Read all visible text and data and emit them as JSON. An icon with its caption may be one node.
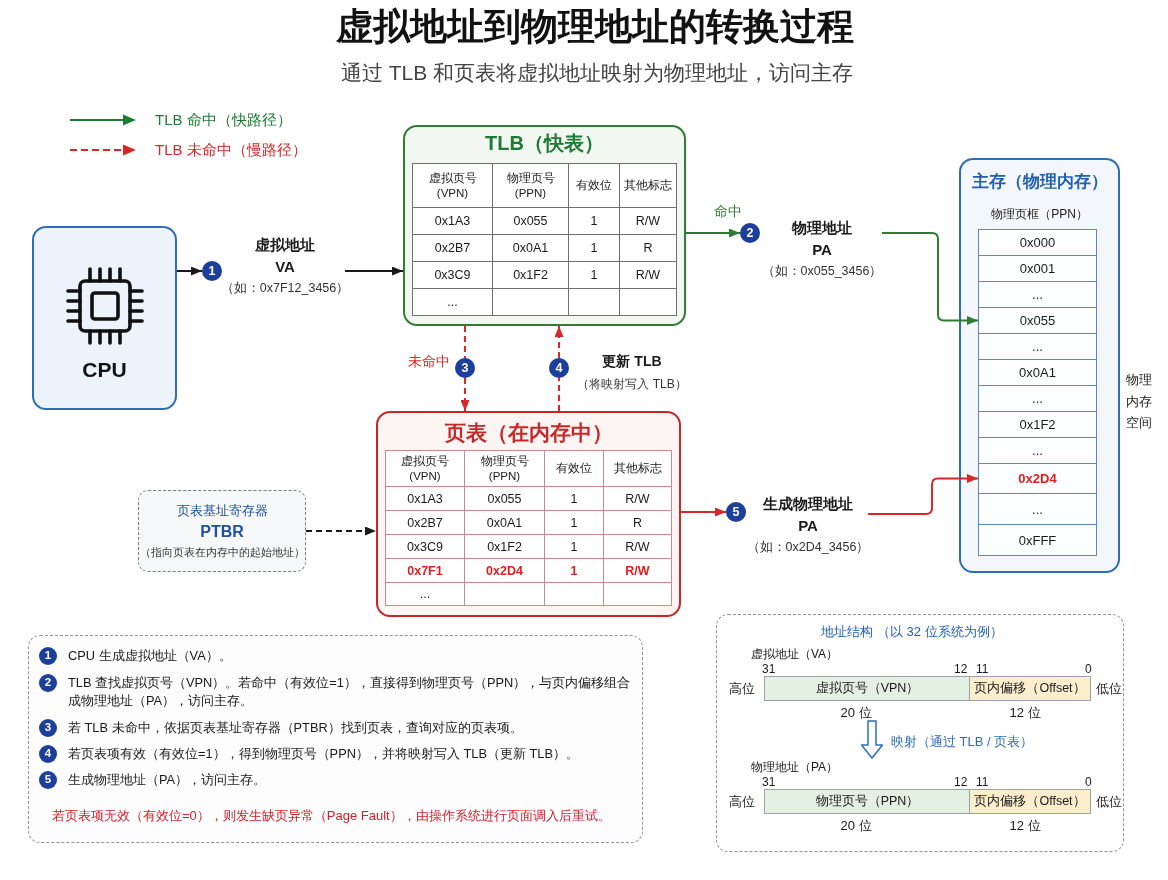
{
  "diagram": {
    "title": "虚拟地址到物理地址的转换过程",
    "nodes": [
      {
        "text": [
          "CPU"
        ]
      },
      {
        "text": [
          "1"
        ]
      },
      {
        "text": [
          "虚拟地址",
          "VA",
          "（如：0x7F12_3456）"
        ]
      },
      {
        "text": [
          "TLB（快表）",
          "虚拟页号 (VPN)",
          "物理页号 (PPN)",
          "有效位",
          "其他标志",
          "0x1A3",
          "0x055",
          "1",
          "R/W",
          "0x2B7",
          "0x0A1",
          "1",
          "R",
          "0x3C9",
          "0x1F2",
          "1",
          "R/W",
          "..."
        ]
      },
      {
        "text": [
          "2"
        ]
      },
      {
        "text": [
          "物理地址",
          "PA",
          "（如：0x055_3456）"
        ]
      },
      {
        "text": [
          "3"
        ],
        "beside": [
          "未命中"
        ]
      },
      {
        "text": [
          "4"
        ],
        "beside": [
          "更新 TLB",
          "（将映射写入 TLB）"
        ]
      },
      {
        "text": [
          "页表基址寄存器",
          "PTBR",
          "（指向页表在内存中的起始地址）"
        ]
      },
      {
        "text": [
          "页表（在内存中）",
          "虚拟页号 (VPN)",
          "物理页号 (PPN)",
          "有效位",
          "其他标志",
          "0x1A3",
          "0x055",
          "1",
          "R/W",
          "0x2B7",
          "0x0A1",
          "1",
          "R",
          "0x3C9",
          "0x1F2",
          "1",
          "R/W",
          "0x7F1",
          "0x2D4",
          "1",
          "R/W",
          "..."
        ]
      },
      {
        "text": [
          "5"
        ]
      },
      {
        "text": [
          "生成物理地址",
          "PA",
          "（如：0x2D4_3456）"
        ]
      },
      {
        "text": [
          "主存（物理内存）",
          "物理页框（PPN）"
        ]
      },
      {
        "text": [
          "0x000"
        ],
        "in": 12
      },
      {
        "text": [
          "0x001"
        ],
        "in": 12
      },
      {
        "text": [
          "..."
        ],
        "in": 12
      },
      {
        "text": [
          "0x055"
        ],
        "in": 12
      },
      {
        "text": [
          "..."
        ],
        "in": 12
      },
      {
        "text": [
          "0x0A1"
        ],
        "in": 12
      },
      {
        "text": [
          "..."
        ],
        "in": 12
      },
      {
        "text": [
          "0x1F2"
        ],
        "in": 12
      },
      {
        "text": [
          "..."
        ],
        "in": 12
      },
      {
        "text": [
          "0x2D4"
        ],
        "in": 12
      },
      {
        "text": [
          "..."
        ],
        "in": 12
      },
      {
        "text": [
          "0xFFF"
        ],
        "in": 12
      },
      {
        "text": [
          "若页表项无效（有效位=0），则发生缺页异常（Page Fault），由操作系统进行页面调入后重试。"
        ]
      },
      {
        "text": [
          "1"
        ],
        "in": 25,
        "beside": [
          "CPU 生成虚拟地址（VA）。"
        ]
      },
      {
        "text": [
          "2"
        ],
        "in": 25,
        "beside": [
          "TLB 查找虚拟页号（VPN）。若命中（有效位=1），直接得到物理页号（PPN），与页内偏移组合成物理地址（PA），访问主存。"
        ]
      },
      {
        "text": [
          "3"
        ],
        "in": 25,
        "beside": [
          "若 TLB 未命中，依据页表基址寄存器（PTBR）找到页表，查询对应的页表项。"
        ]
      },
      {
        "text": [
          "4"
        ],
        "in": 25,
        "beside": [
          "若页表项有效（有效位=1），得到物理页号（PPN），并将映射写入 TLB（更新 TLB）。"
        ]
      },
      {
        "text": [
          "5"
        ],
        "in": 25,
        "beside": [
          "生成物理地址（PA），访问主存。"
        ]
      },
      {
        "text": [
          "地址结构 （以 32 位系统为例）"
        ]
      },
      {
        "text": [
          "虚拟地址（VA）",
          "31",
          "12",
          "11",
          "0",
          "高位",
          "低位",
          "20 位",
          "12 位"
        ],
        "in": 31
      },
      {
        "text": [
          "虚拟页号（VPN）"
        ],
        "in": 32
      },
      {
        "text": [
          "页内偏移（Offset）"
        ],
        "in": 32
      },
      {
        "text": [
          "物理地址（PA）",
          "31",
          "12",
          "11",
          "0",
          "高位",
          "低位",
          "20 位",
          "12 位"
        ],
        "in": 31
      },
      {
        "text": [
          "物理页号（PPN）"
        ],
        "in": 35
      },
      {
        "text": [
          "页内偏移（Offset）"
        ],
        "in": 35
      }
    ],
    "edges": [
      {
        "from": 0,
        "to": 1,
        "arrow": "to",
        "color": "#1a1a1a"
      },
      {
        "from": 2,
        "to": 3,
        "arrow": "to",
        "color": "#1a1a1a"
      },
      {
        "from": 3,
        "to": 4,
        "arrow": "to",
        "label": "命中",
        "color": "#2e7d32"
      },
      {
        "from": 5,
        "to": 16,
        "arrow": "to",
        "color": "#2e7d32"
      },
      {
        "from": 3,
        "to": 6,
        "arrow": "none",
        "style": "dashed",
        "color": "#d62828"
      },
      {
        "from": 6,
        "to": 9,
        "arrow": "to",
        "style": "dashed",
        "color": "#d62828"
      },
      {
        "from": 9,
        "to": 7,
        "arrow": "none",
        "style": "dashed",
        "color": "#d62828"
      },
      {
        "from": 7,
        "to": 3,
        "arrow": "to",
        "style": "dashed",
        "color": "#d62828"
      },
      {
        "from": 8,
        "to": 9,
        "arrow": "to",
        "style": "dashed",
        "color": "#1a1a1a"
      },
      {
        "from": 9,
        "to": 10,
        "arrow": "to",
        "color": "#d62828"
      },
      {
        "from": 11,
        "to": 22,
        "arrow": "to",
        "color": "#d62828"
      },
      {
        "from": 32,
        "to": 35,
        "arrow": "to",
        "label": "映射（通过 TLB / 页表）",
        "style": "thick",
        "color": "#2f6db5"
      }
    ],
    "labels": [
      "通过 TLB 和页表将虚拟地址映射为物理地址，访问主存",
      "物理内存空间"
    ],
    "legend": [
      {
        "text": "TLB 命中（快路径）"
      },
      {
        "text": "TLB 未命中（慢路径）"
      }
    ]
  }
}
